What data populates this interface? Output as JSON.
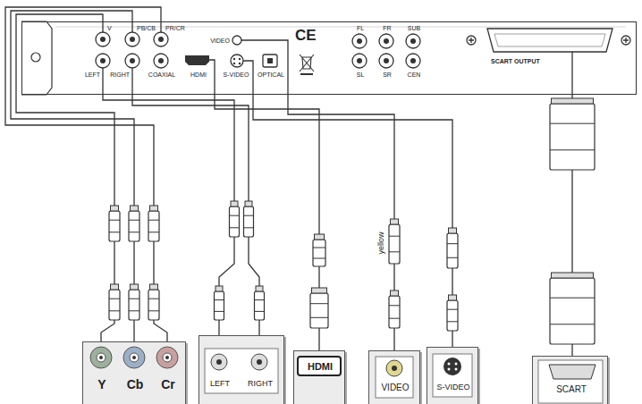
{
  "diagram": {
    "nodes": [
      {
        "text": [
          "V",
          "PB/CB",
          "PR/CR",
          "LEFT",
          "RIGHT",
          "COAXIAL",
          "HDMI",
          "VIDEO",
          "S-VIDEO",
          "OPTICAL",
          "FL",
          "FR",
          "SUB",
          "SL",
          "SR",
          "CEN",
          "SCART OUTPUT"
        ]
      },
      {
        "text": [
          "Y",
          "Cb",
          "Cr"
        ]
      },
      {
        "text": [
          "LEFT",
          "RIGHT"
        ]
      },
      {
        "text": [
          "HDMI"
        ]
      },
      {
        "text": [
          "VIDEO"
        ]
      },
      {
        "text": [
          "S-VIDEO"
        ]
      },
      {
        "text": [
          "SCART"
        ]
      }
    ],
    "edges": [
      {
        "from": 0,
        "to": 1,
        "arrow": "none"
      },
      {
        "from": 0,
        "to": 2,
        "arrow": "none"
      },
      {
        "from": 0,
        "to": 3,
        "arrow": "none"
      },
      {
        "from": 0,
        "to": 4,
        "arrow": "none"
      },
      {
        "from": 0,
        "to": 5,
        "arrow": "none"
      },
      {
        "from": 0,
        "to": 6,
        "arrow": "none"
      }
    ],
    "labels": [
      "CE",
      "yellow"
    ]
  }
}
